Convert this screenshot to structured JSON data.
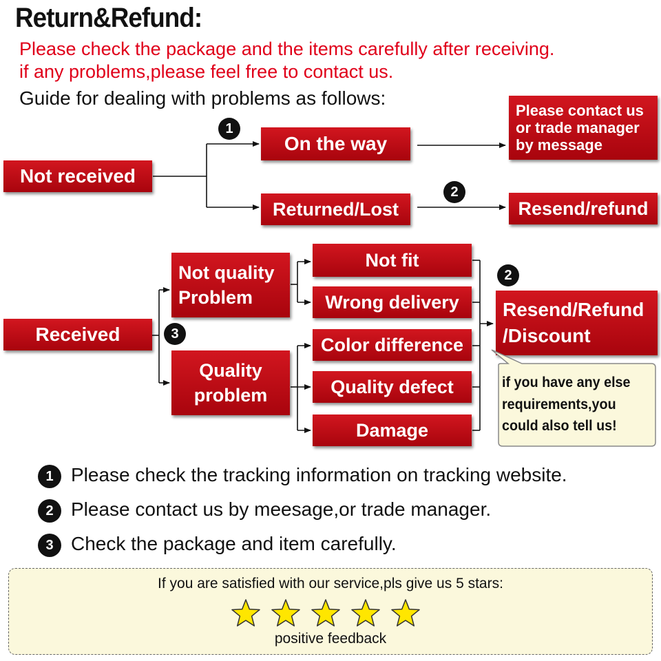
{
  "header": {
    "title": "Return&Refund:",
    "line1": "Please check the package and the items carefully after receiving.",
    "line2": "if any problems,please feel free to contact us.",
    "guide": "Guide for dealing with problems as follows:"
  },
  "flow_not_received": {
    "start": "Not received",
    "on_the_way": "On the way",
    "returned_lost": "Returned/Lost",
    "contact": "Please contact us or trade manager by message",
    "resend_refund": "Resend/refund"
  },
  "flow_received": {
    "start": "Received",
    "not_quality": "Not quality Problem",
    "quality": "Quality problem",
    "not_fit": "Not fit",
    "wrong_delivery": "Wrong delivery",
    "color_difference": "Color difference",
    "quality_defect": "Quality defect",
    "damage": "Damage",
    "result": "Resend/Refund /Discount",
    "callout": "if you have any else requirements,you could also tell us!"
  },
  "badges": {
    "one": "1",
    "two": "2",
    "three": "3"
  },
  "notes": [
    {
      "num": "1",
      "text": "Please check the tracking information on tracking website."
    },
    {
      "num": "2",
      "text": "Please contact us by meesage,or trade manager."
    },
    {
      "num": "3",
      "text": "Check the package and item carefully."
    }
  ],
  "feedback": {
    "prompt": "If you are satisfied with our service,pls give us 5 stars:",
    "stars": 5,
    "label": "positive feedback"
  },
  "colors": {
    "box_red": "#c00a14",
    "text_red": "#e0001a",
    "star_yellow": "#ffe600",
    "note_bg": "#fbf8dc"
  }
}
